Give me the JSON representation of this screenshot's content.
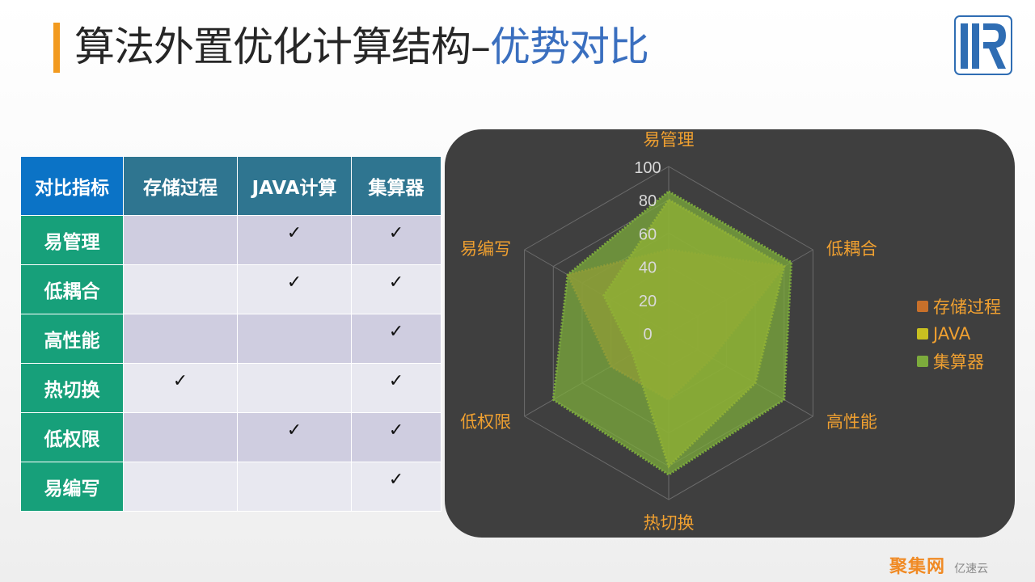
{
  "slide": {
    "title_main": "算法外置优化计算结构–",
    "title_highlight": "优势对比"
  },
  "table": {
    "header": [
      "对比指标",
      "存储过程",
      "JAVA计算",
      "集算器"
    ],
    "check_mark": "✓",
    "rows": [
      {
        "label": "易管理",
        "checks": [
          false,
          true,
          true
        ]
      },
      {
        "label": "低耦合",
        "checks": [
          false,
          true,
          true
        ]
      },
      {
        "label": "高性能",
        "checks": [
          false,
          false,
          true
        ]
      },
      {
        "label": "热切换",
        "checks": [
          true,
          false,
          true
        ]
      },
      {
        "label": "低权限",
        "checks": [
          false,
          true,
          true
        ]
      },
      {
        "label": "易编写",
        "checks": [
          false,
          false,
          true
        ]
      }
    ]
  },
  "chart_data": {
    "type": "radar",
    "axes": [
      "易管理",
      "低耦合",
      "高性能",
      "热切换",
      "低权限",
      "易编写"
    ],
    "rlim": [
      0,
      100
    ],
    "ticks": [
      0,
      20,
      40,
      60,
      80,
      100
    ],
    "legend_position": "right",
    "series": [
      {
        "name": "存储过程",
        "color": "#c8702a",
        "values": [
          50,
          80,
          30,
          40,
          40,
          70
        ]
      },
      {
        "name": "JAVA",
        "color": "#c8c020",
        "values": [
          80,
          80,
          60,
          80,
          25,
          45
        ]
      },
      {
        "name": "集算器",
        "color": "#7cab3c",
        "values": [
          85,
          85,
          80,
          85,
          80,
          70
        ]
      }
    ]
  },
  "colors": {
    "title_accent": "#f29a1f",
    "title_highlight": "#3a6fbf",
    "chart_background": "#3f3f3f",
    "chart_label": "#f0a030",
    "table_header_first": "#0b73c6",
    "table_header": "#2f7590",
    "table_row_head": "#17a07a"
  },
  "watermark": {
    "brand": "聚集网",
    "sub": "亿速云"
  }
}
